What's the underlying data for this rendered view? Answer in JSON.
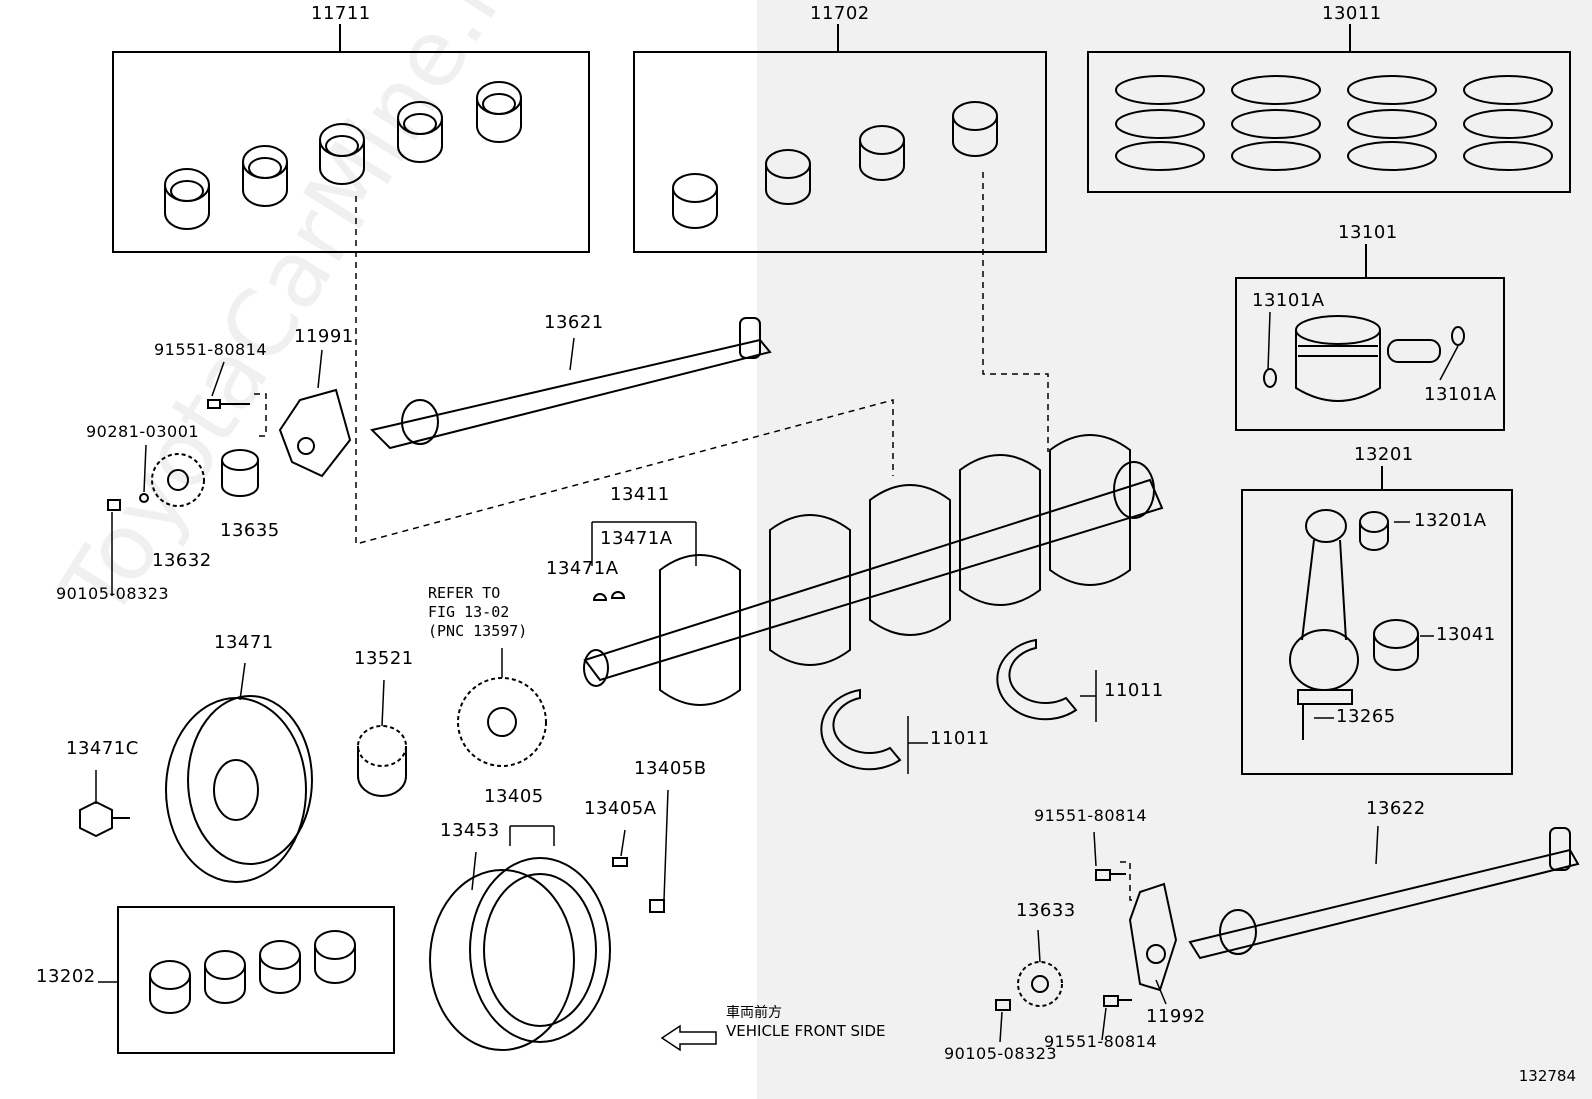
{
  "watermark": "ToyotaCarMine.ru",
  "figure_number": "132784",
  "labels": {
    "l11711": "11711",
    "l11702": "11702",
    "l13011": "13011",
    "l13101": "13101",
    "l13101A_1": "13101A",
    "l13101A_2": "13101A",
    "l13201": "13201",
    "l13201A": "13201A",
    "l13041": "13041",
    "l13265": "13265",
    "l13621": "13621",
    "l11991": "11991",
    "l91551_a": "91551-80814",
    "l90281": "90281-03001",
    "l13635": "13635",
    "l13632": "13632",
    "l90105_a": "90105-08323",
    "l13411": "13411",
    "l13471A_1": "13471A",
    "l13471A_2": "13471A",
    "l13471": "13471",
    "l13521": "13521",
    "l13471C": "13471C",
    "l13405B": "13405B",
    "l13405": "13405",
    "l13405A": "13405A",
    "l13453": "13453",
    "l13202": "13202",
    "l11011_1": "11011",
    "l11011_2": "11011",
    "l91551_b": "91551-80814",
    "l13622": "13622",
    "l13633": "13633",
    "l11992": "11992",
    "l91551_c": "91551-80814",
    "l90105_b": "90105-08323"
  },
  "notes": {
    "refer1": "REFER TO",
    "refer2": "FIG 13-02",
    "refer3": "(PNC 13597)"
  },
  "front": {
    "jp": "車両前方",
    "en": "VEHICLE FRONT SIDE"
  }
}
